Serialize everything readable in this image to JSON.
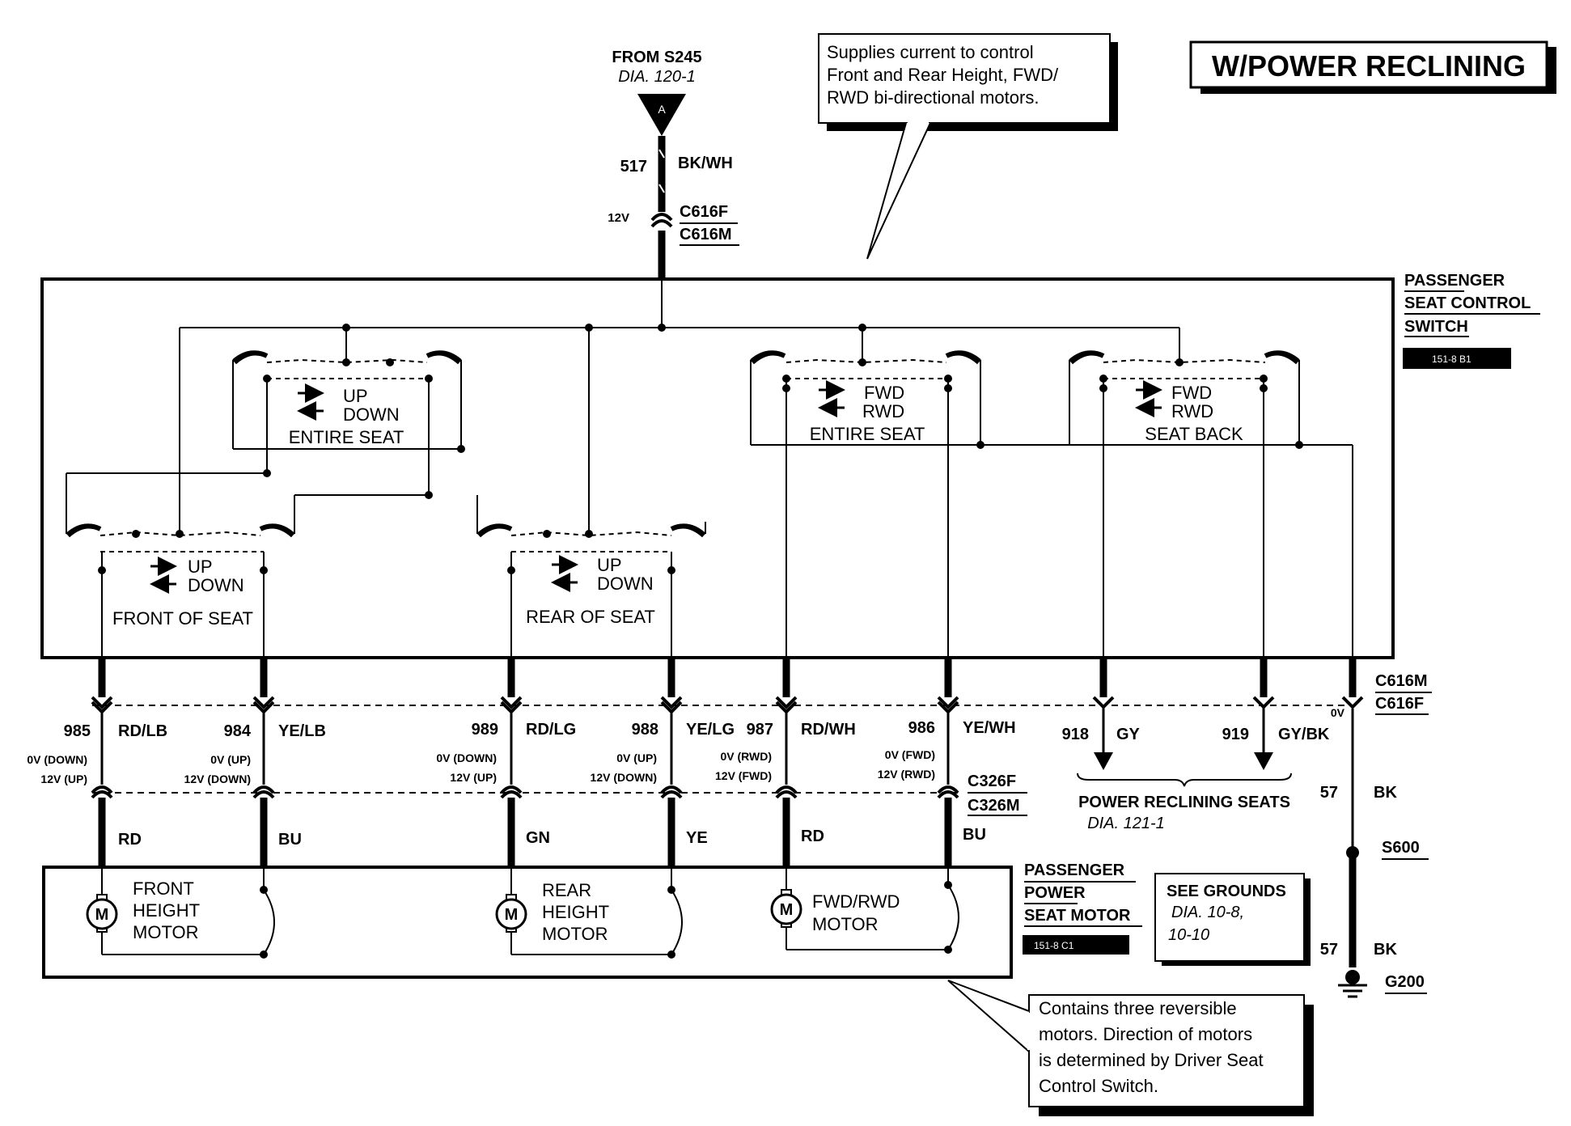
{
  "title": "W/POWER RECLINING",
  "source": {
    "from": "FROM S245",
    "dia": "DIA. 120-1",
    "pin": "A",
    "circuit": "517",
    "color": "BK/WH",
    "voltage": "12V",
    "conn_f": "C616F",
    "conn_m": "C616M"
  },
  "callout_top": [
    "Supplies current to control",
    "Front and Rear Height, FWD/",
    "RWD bi-directional motors."
  ],
  "callout_bottom": [
    "Contains three reversible",
    "motors.  Direction of motors",
    "is determined by Driver Seat",
    "Control Switch."
  ],
  "switch_box": {
    "name": [
      "PASSENGER",
      "SEAT CONTROL",
      "SWITCH"
    ],
    "ref": "151-8 B1"
  },
  "motor_box": {
    "name": [
      "PASSENGER",
      "POWER",
      "SEAT MOTOR"
    ],
    "ref": "151-8 C1"
  },
  "switches": [
    {
      "dir1": "UP",
      "dir2": "DOWN",
      "label": "ENTIRE SEAT"
    },
    {
      "dir1": "FWD",
      "dir2": "RWD",
      "label": "ENTIRE SEAT"
    },
    {
      "dir1": "FWD",
      "dir2": "RWD",
      "label": "SEAT BACK"
    },
    {
      "dir1": "UP",
      "dir2": "DOWN",
      "label": "FRONT OF SEAT"
    },
    {
      "dir1": "UP",
      "dir2": "DOWN",
      "label": "REAR OF SEAT"
    }
  ],
  "wires": [
    {
      "num": "985",
      "color": "RD/LB",
      "v1": "0V (DOWN)",
      "v2": "12V (UP)",
      "lower": "RD"
    },
    {
      "num": "984",
      "color": "YE/LB",
      "v1": "0V (UP)",
      "v2": "12V (DOWN)",
      "lower": "BU"
    },
    {
      "num": "989",
      "color": "RD/LG",
      "v1": "0V (DOWN)",
      "v2": "12V (UP)",
      "lower": "GN"
    },
    {
      "num": "988",
      "color": "YE/LG",
      "v1": "0V (UP)",
      "v2": "12V (DOWN)",
      "lower": "YE"
    },
    {
      "num": "987",
      "color": "RD/WH",
      "v1": "0V (RWD)",
      "v2": "12V (FWD)",
      "lower": "RD"
    },
    {
      "num": "986",
      "color": "YE/WH",
      "v1": "0V (FWD)",
      "v2": "12V (RWD)",
      "lower": "BU"
    }
  ],
  "recline": {
    "w1_num": "918",
    "w1_color": "GY",
    "w2_num": "919",
    "w2_color": "GY/BK",
    "label": "POWER RECLINING SEATS",
    "dia": "DIA. 121-1"
  },
  "connectors": {
    "c616m": "C616M",
    "c616f": "C616F",
    "c326f": "C326F",
    "c326m": "C326M"
  },
  "ground": {
    "zero": "0V",
    "circuit": "57",
    "color": "BK",
    "splice": "S600",
    "gnd": "G200"
  },
  "motors": [
    {
      "symbol": "M",
      "name": [
        "FRONT",
        "HEIGHT",
        "MOTOR"
      ]
    },
    {
      "symbol": "M",
      "name": [
        "REAR",
        "HEIGHT",
        "MOTOR"
      ]
    },
    {
      "symbol": "M",
      "name": [
        "FWD/RWD",
        "MOTOR"
      ]
    }
  ],
  "see_grounds": {
    "title": "SEE GROUNDS",
    "dia1": "DIA. 10-8,",
    "dia2": "10-10"
  }
}
